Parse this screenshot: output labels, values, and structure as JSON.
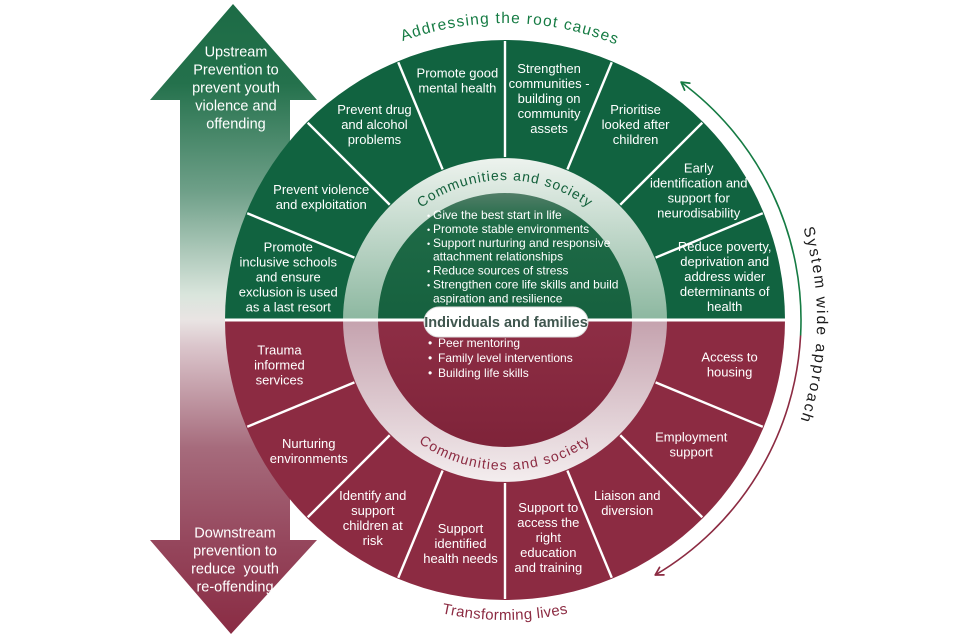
{
  "left_arrow": {
    "up_lines": [
      "Upstream",
      "Prevention to",
      "prevent youth",
      "violence and",
      "offending"
    ],
    "down_lines": [
      "Downstream",
      "prevention to",
      "reduce  youth",
      "re-offending"
    ]
  },
  "wheel": {
    "curved_labels": {
      "top": "Addressing the root causes",
      "bottom": "Transforming lives",
      "right": "System wide approach",
      "band_top": "Communities and society",
      "band_bottom": "Communities and society"
    },
    "center_pill": "Individuals and families",
    "green_segments": [
      [
        "Promote",
        "inclusive schools",
        "and ensure",
        "exclusion is used",
        "as a last resort"
      ],
      [
        "Prevent violence",
        "and exploitation"
      ],
      [
        "Prevent drug",
        "and alcohol",
        "problems"
      ],
      [
        "Promote good",
        "mental health"
      ],
      [
        "Strengthen",
        "communities -",
        "building on",
        "community",
        "assets"
      ],
      [
        "Prioritise",
        "looked after",
        "children"
      ],
      [
        "Early",
        "identification and",
        "support for",
        "neurodisability"
      ],
      [
        "Reduce poverty,",
        "deprivation and",
        "address wider",
        "determinants of",
        "health"
      ]
    ],
    "maroon_segments": [
      [
        "Trauma",
        "informed",
        "services"
      ],
      [
        "Nurturing",
        "environments"
      ],
      [
        "Identify and",
        "support",
        "children at",
        "risk"
      ],
      [
        "Support",
        "identified",
        "health needs"
      ],
      [
        "Support to",
        "access the",
        "right",
        "education",
        "and training"
      ],
      [
        "Liaison and",
        "diversion"
      ],
      [
        "Employment",
        "support"
      ],
      [
        "Access to",
        "housing"
      ]
    ],
    "center_items_top": [
      [
        "Give the best start in life"
      ],
      [
        "Promote stable environments"
      ],
      [
        "Support nurturing and responsive",
        "attachment relationships"
      ],
      [
        "Reduce sources of stress"
      ],
      [
        "Strengthen core life skills and build",
        "aspiration and resilience"
      ]
    ],
    "center_items_bottom": [
      [
        "Peer mentoring"
      ],
      [
        "Family level interventions"
      ],
      [
        "Building life skills"
      ]
    ]
  },
  "colors": {
    "green": "#116340",
    "green_disk": "#15603E",
    "maroon": "#8C2B42",
    "label_green": "#157B43",
    "band_text_green": "#13603B",
    "band_green": "#8AB69E",
    "band_green_pale": "#EDF3EE",
    "band_pink": "#C4A1AD",
    "band_pink_pale": "#F4EEEF",
    "right_label_black": "#1A1A1A",
    "pill_text": "#3F564E",
    "white": "#FFFFFF"
  }
}
